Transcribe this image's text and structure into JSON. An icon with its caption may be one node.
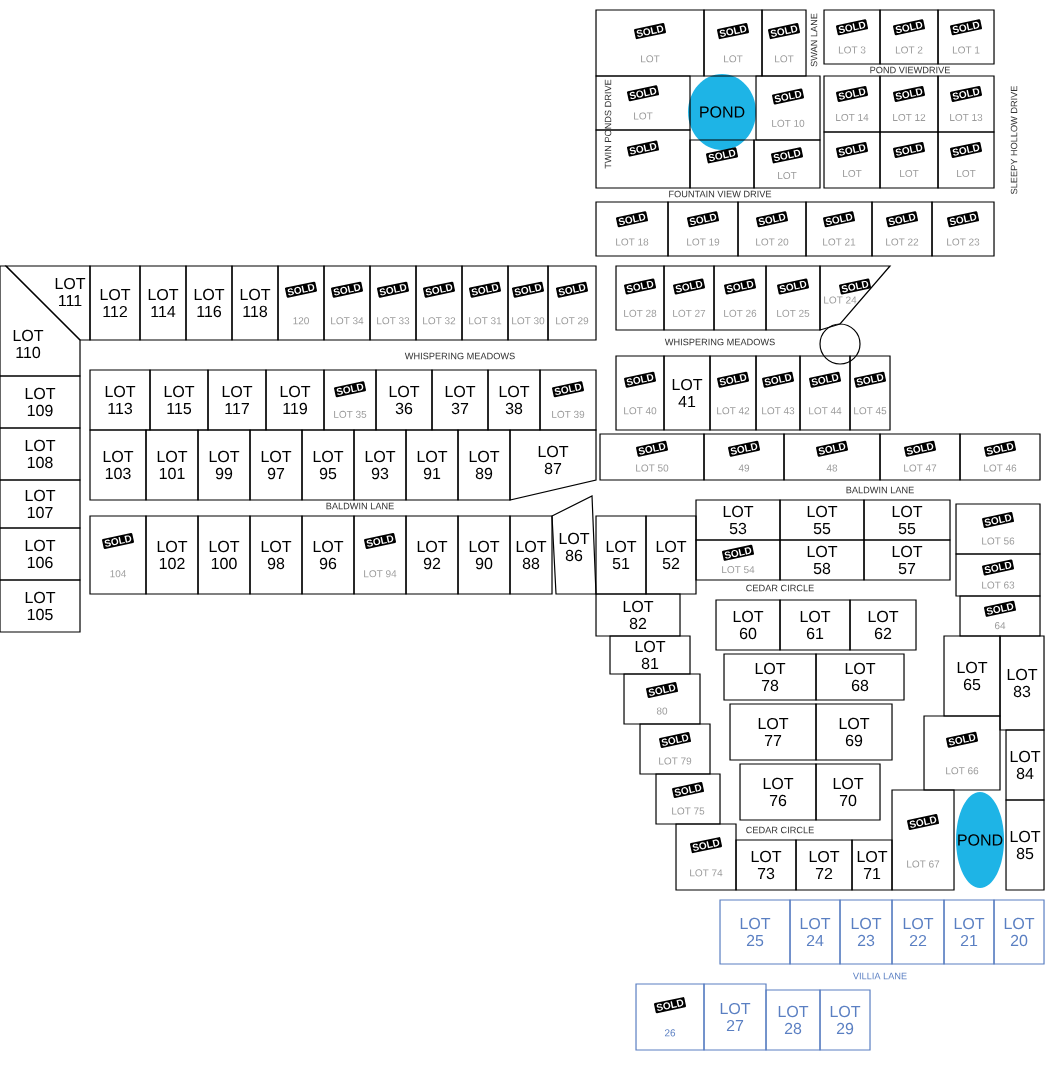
{
  "diagram": {
    "nodes": [
      {
        "text": [
          "SOLD",
          "LOT"
        ]
      },
      {
        "text": [
          "SOLD",
          "LOT"
        ]
      },
      {
        "text": [
          "SOLD",
          "LOT"
        ]
      },
      {
        "text": [
          "SOLD",
          "LOT 3"
        ]
      },
      {
        "text": [
          "SOLD",
          "LOT 2"
        ]
      },
      {
        "text": [
          "SOLD",
          "LOT 1"
        ]
      },
      {
        "text": [
          "SOLD",
          "LOT"
        ]
      },
      {
        "text": [
          "SOLD"
        ]
      },
      {
        "text": [
          "POND"
        ]
      },
      {
        "text": [
          "SOLD"
        ]
      },
      {
        "text": [
          "SOLD",
          "LOT"
        ]
      },
      {
        "text": [
          "SOLD",
          "LOT 10"
        ]
      },
      {
        "text": [
          "SOLD",
          "LOT 14"
        ]
      },
      {
        "text": [
          "SOLD",
          "LOT 12"
        ]
      },
      {
        "text": [
          "SOLD",
          "LOT 13"
        ]
      },
      {
        "text": [
          "SOLD",
          "LOT"
        ]
      },
      {
        "text": [
          "SOLD",
          "LOT"
        ]
      },
      {
        "text": [
          "SOLD",
          "LOT"
        ]
      },
      {
        "text": [
          "SOLD",
          "LOT 18"
        ]
      },
      {
        "text": [
          "SOLD",
          "LOT 19"
        ]
      },
      {
        "text": [
          "SOLD",
          "LOT 20"
        ]
      },
      {
        "text": [
          "SOLD",
          "LOT 21"
        ]
      },
      {
        "text": [
          "SOLD",
          "LOT 22"
        ]
      },
      {
        "text": [
          "SOLD",
          "LOT 23"
        ]
      },
      {
        "text": [
          "LOT 111"
        ]
      },
      {
        "text": [
          "LOT 110"
        ]
      },
      {
        "text": [
          "LOT 112"
        ]
      },
      {
        "text": [
          "LOT 114"
        ]
      },
      {
        "text": [
          "LOT 116"
        ]
      },
      {
        "text": [
          "LOT 118"
        ]
      },
      {
        "text": [
          "SOLD",
          "120"
        ]
      },
      {
        "text": [
          "SOLD",
          "LOT 34"
        ]
      },
      {
        "text": [
          "SOLD",
          "LOT 33"
        ]
      },
      {
        "text": [
          "SOLD",
          "LOT 32"
        ]
      },
      {
        "text": [
          "SOLD",
          "LOT 31"
        ]
      },
      {
        "text": [
          "SOLD",
          "LOT 30"
        ]
      },
      {
        "text": [
          "SOLD",
          "LOT 29"
        ]
      },
      {
        "text": [
          "SOLD",
          "LOT 28"
        ]
      },
      {
        "text": [
          "SOLD",
          "LOT 27"
        ]
      },
      {
        "text": [
          "SOLD",
          "LOT 26"
        ]
      },
      {
        "text": [
          "SOLD",
          "LOT 25"
        ]
      },
      {
        "text": [
          "SOLD",
          "LOT 24"
        ]
      },
      {
        "text": [
          "LOT 109"
        ]
      },
      {
        "text": [
          "LOT 108"
        ]
      },
      {
        "text": [
          "LOT 107"
        ]
      },
      {
        "text": [
          "LOT 106"
        ]
      },
      {
        "text": [
          "LOT 105"
        ]
      },
      {
        "text": [
          "LOT 113"
        ]
      },
      {
        "text": [
          "LOT 115"
        ]
      },
      {
        "text": [
          "LOT 117"
        ]
      },
      {
        "text": [
          "LOT 119"
        ]
      },
      {
        "text": [
          "SOLD",
          "LOT 35"
        ]
      },
      {
        "text": [
          "LOT 36"
        ]
      },
      {
        "text": [
          "LOT 37"
        ]
      },
      {
        "text": [
          "LOT 38"
        ]
      },
      {
        "text": [
          "SOLD",
          "LOT 39"
        ]
      },
      {
        "text": [
          "SOLD",
          "LOT 40"
        ]
      },
      {
        "text": [
          "LOT 41"
        ]
      },
      {
        "text": [
          "SOLD",
          "LOT 42"
        ]
      },
      {
        "text": [
          "SOLD",
          "LOT 43"
        ]
      },
      {
        "text": [
          "SOLD",
          "LOT 44"
        ]
      },
      {
        "text": [
          "SOLD",
          "LOT 45"
        ]
      },
      {
        "text": [
          "LOT 103"
        ]
      },
      {
        "text": [
          "LOT 101"
        ]
      },
      {
        "text": [
          "LOT 99"
        ]
      },
      {
        "text": [
          "LOT 97"
        ]
      },
      {
        "text": [
          "LOT 95"
        ]
      },
      {
        "text": [
          "LOT 93"
        ]
      },
      {
        "text": [
          "LOT 91"
        ]
      },
      {
        "text": [
          "LOT 89"
        ]
      },
      {
        "text": [
          "LOT 87"
        ]
      },
      {
        "text": [
          "SOLD",
          "LOT 50"
        ]
      },
      {
        "text": [
          "SOLD",
          "49"
        ]
      },
      {
        "text": [
          "SOLD",
          "48"
        ]
      },
      {
        "text": [
          "SOLD",
          "LOT 47"
        ]
      },
      {
        "text": [
          "SOLD",
          "LOT 46"
        ]
      },
      {
        "text": [
          "SOLD",
          "104"
        ]
      },
      {
        "text": [
          "LOT 102"
        ]
      },
      {
        "text": [
          "LOT 100"
        ]
      },
      {
        "text": [
          "LOT 98"
        ]
      },
      {
        "text": [
          "LOT 96"
        ]
      },
      {
        "text": [
          "SOLD",
          "LOT 94"
        ]
      },
      {
        "text": [
          "LOT 92"
        ]
      },
      {
        "text": [
          "LOT 90"
        ]
      },
      {
        "text": [
          "LOT 88"
        ]
      },
      {
        "text": [
          "LOT 86"
        ]
      },
      {
        "text": [
          "LOT 51"
        ]
      },
      {
        "text": [
          "LOT 52"
        ]
      },
      {
        "text": [
          "LOT 53"
        ]
      },
      {
        "text": [
          "LOT 55"
        ]
      },
      {
        "text": [
          "LOT 55"
        ]
      },
      {
        "text": [
          "SOLD",
          "LOT 56"
        ]
      },
      {
        "text": [
          "SOLD",
          "LOT 54"
        ]
      },
      {
        "text": [
          "LOT 58"
        ]
      },
      {
        "text": [
          "LOT 57"
        ]
      },
      {
        "text": [
          "SOLD",
          "LOT 63"
        ]
      },
      {
        "text": [
          "SOLD",
          "64"
        ]
      },
      {
        "text": [
          "LOT 82"
        ]
      },
      {
        "text": [
          "LOT 60"
        ]
      },
      {
        "text": [
          "LOT 61"
        ]
      },
      {
        "text": [
          "LOT 62"
        ]
      },
      {
        "text": [
          "LOT 81"
        ]
      },
      {
        "text": [
          "LOT 65"
        ]
      },
      {
        "text": [
          "LOT 83"
        ]
      },
      {
        "text": [
          "SOLD",
          "80"
        ]
      },
      {
        "text": [
          "LOT 78"
        ]
      },
      {
        "text": [
          "LOT 68"
        ]
      },
      {
        "text": [
          "SOLD",
          "LOT 79"
        ]
      },
      {
        "text": [
          "LOT 77"
        ]
      },
      {
        "text": [
          "LOT 69"
        ]
      },
      {
        "text": [
          "SOLD",
          "LOT 66"
        ]
      },
      {
        "text": [
          "LOT 84"
        ]
      },
      {
        "text": [
          "SOLD",
          "LOT 75"
        ]
      },
      {
        "text": [
          "LOT 76"
        ]
      },
      {
        "text": [
          "LOT 70"
        ]
      },
      {
        "text": [
          "POND"
        ]
      },
      {
        "text": [
          "SOLD",
          "LOT 67"
        ]
      },
      {
        "text": [
          "SOLD",
          "LOT 74"
        ]
      },
      {
        "text": [
          "LOT 73"
        ]
      },
      {
        "text": [
          "LOT 72"
        ]
      },
      {
        "text": [
          "LOT 71"
        ]
      },
      {
        "text": [
          "LOT 85"
        ]
      },
      {
        "text": [
          "LOT 25"
        ]
      },
      {
        "text": [
          "LOT 24"
        ]
      },
      {
        "text": [
          "LOT 23"
        ]
      },
      {
        "text": [
          "LOT 22"
        ]
      },
      {
        "text": [
          "LOT 21"
        ]
      },
      {
        "text": [
          "LOT 20"
        ]
      },
      {
        "text": [
          "SOLD",
          "26"
        ]
      },
      {
        "text": [
          "LOT 27"
        ]
      },
      {
        "text": [
          "LOT 28"
        ]
      },
      {
        "text": [
          "LOT 29"
        ]
      }
    ],
    "labels": [
      "TWIN PONDS DRIVE",
      "SWAN LANE",
      "POND VIEWDRIVE",
      "FOUNTAIN VIEW DRIVE",
      "SLEEPY HOLLOW DRIVE",
      "WHISPERING MEADOWS",
      "WHISPERING MEADOWS",
      "BALDWIN LANE",
      "BALDWIN LANE",
      "CEDAR CIRCLE",
      "CEDAR CIRCLE",
      "VILLIA LANE"
    ]
  }
}
